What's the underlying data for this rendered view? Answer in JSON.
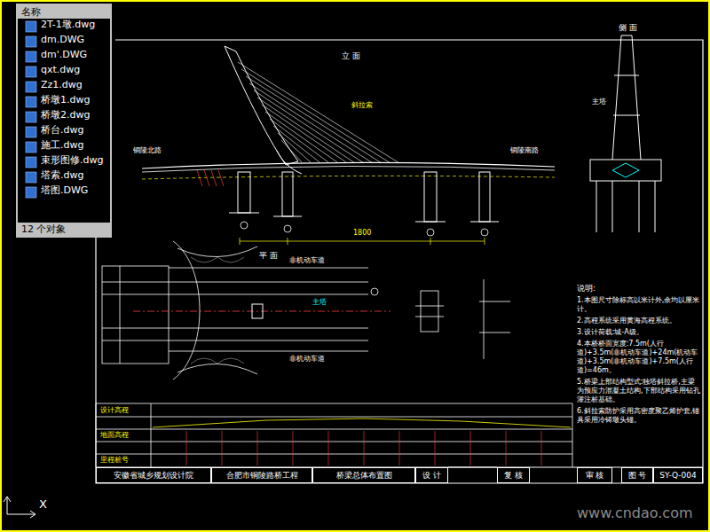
{
  "diagram": {
    "nodes": [
      {
        "text": [
          "名称",
          "12 个对象"
        ]
      },
      {
        "text": [
          "安徽省城乡规划设计院"
        ]
      },
      {
        "text": [
          "合肥市铜陵路桥工程"
        ]
      },
      {
        "text": [
          "桥梁总体布置图"
        ]
      },
      {
        "text": [
          "设 计"
        ]
      },
      {
        "text": [
          "复 核"
        ]
      },
      {
        "text": [
          "审 核"
        ]
      },
      {
        "text": [
          "图 号"
        ]
      },
      {
        "text": [
          "SY-Q-004"
        ]
      }
    ],
    "labels": [
      "2T-1墩.dwg",
      "dm.DWG",
      "dm'.DWG",
      "qxt.dwg",
      "Zz1.dwg",
      "桥墩1.dwg",
      "桥墩2.dwg",
      "桥台.dwg",
      "施工.dwg",
      "束形图修.dwg",
      "塔索.dwg",
      "塔图.DWG",
      "立 面",
      "侧 面",
      "平 面",
      "斜拉索",
      "铜陵北路",
      "铜陵南路",
      "1800",
      "主塔",
      "非机动车道",
      "主塔",
      "非机动车道",
      "说明:",
      "1.本图尺寸除标高以米计外,余均以厘米计。",
      "2.高程系统采用黄海高程系统。",
      "3.设计荷载:城-A级。",
      "4.本桥桥面宽度:7.5m(人行道)+3.5m(非机动车道)+24m(机动车道)+3.5m(非机动车道)+7.5m(人行道)=46m。",
      "5.桥梁上部结构型式:独塔斜拉桥,主梁为预应力混凝土结构,下部结构采用钻孔灌注桩基础。",
      "6.斜拉索防护采用高密度聚乙烯护套,锚具采用冷铸墩头锚。",
      "设计高程",
      "地面高程",
      "里程桩号",
      "www.cndao.com",
      "X"
    ]
  }
}
